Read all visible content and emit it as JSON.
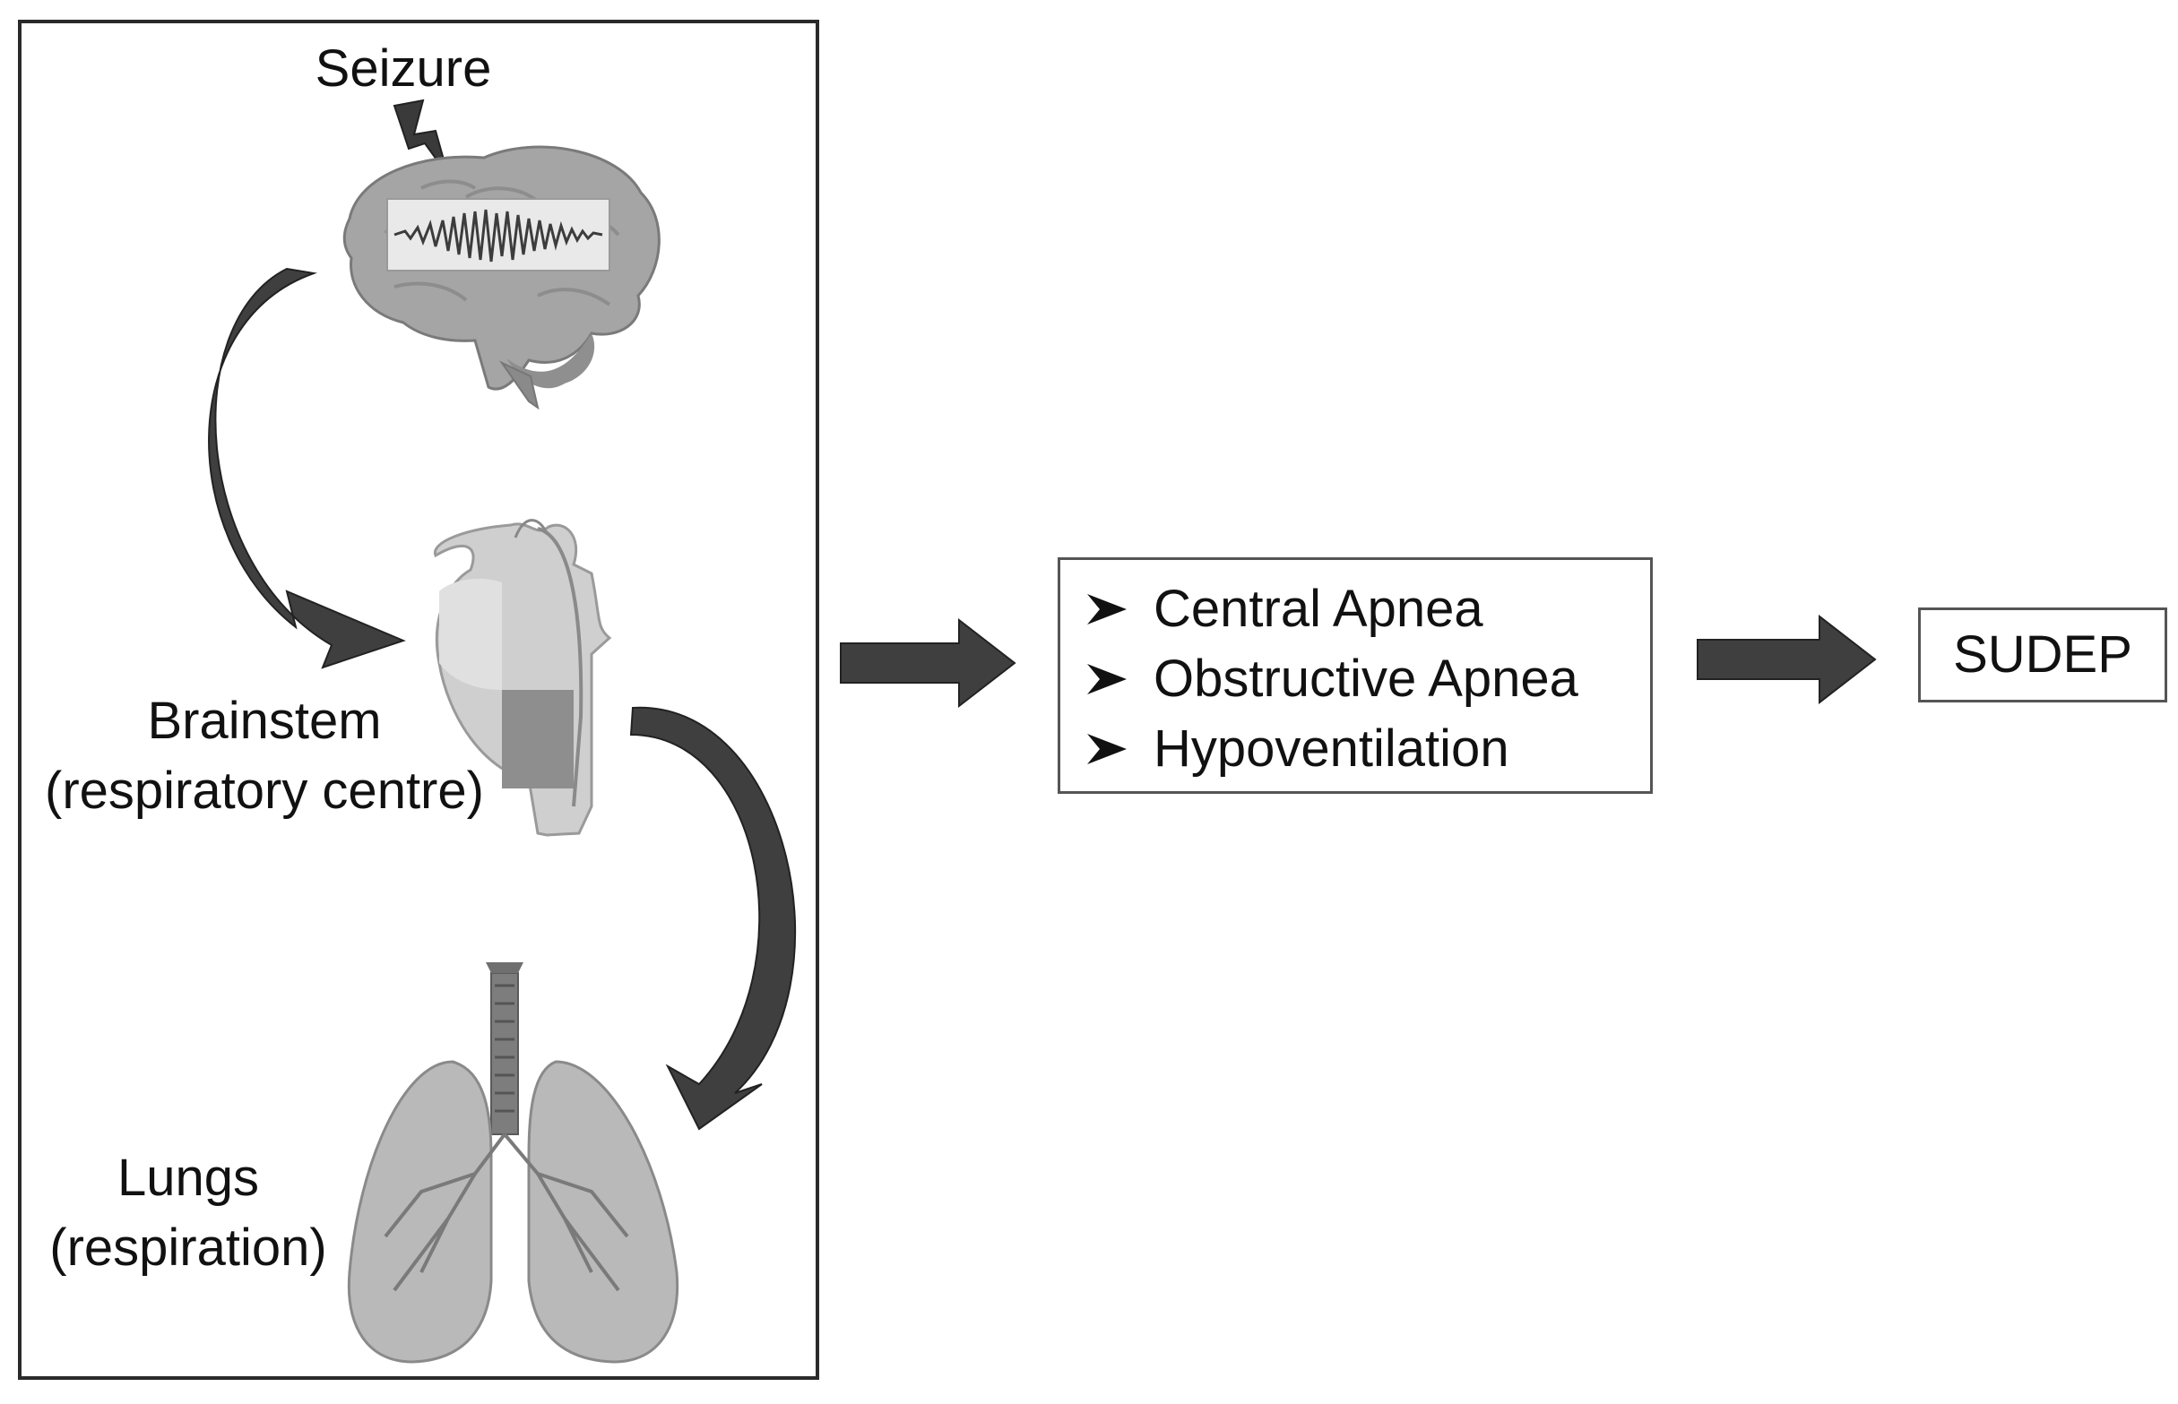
{
  "panel": {
    "seizure_label": "Seizure",
    "brainstem_label_line1": "Brainstem",
    "brainstem_label_line2": "(respiratory centre)",
    "lungs_label_line1": "Lungs",
    "lungs_label_line2": "(respiration)"
  },
  "outcomes": {
    "items": [
      "Central Apnea",
      "Obstructive Apnea",
      "Hypoventilation"
    ]
  },
  "result": {
    "label": "SUDEP"
  },
  "colors": {
    "arrow": "#3f3f3f",
    "organ_fill": "#a9a9a9",
    "border": "#333333"
  },
  "icons": [
    "lightning-bolt-icon",
    "brain-icon",
    "eeg-waveform-icon",
    "brainstem-icon",
    "lungs-icon",
    "curved-arrow-icon",
    "block-arrow-icon",
    "bullet-arrowhead-icon"
  ]
}
